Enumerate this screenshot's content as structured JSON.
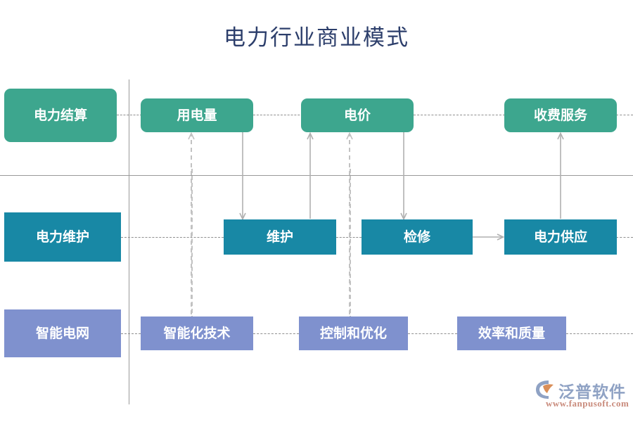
{
  "title": "电力行业商业模式",
  "colors": {
    "title": "#2c3e6b",
    "row1": "#3da68e",
    "row2": "#1888a5",
    "row3": "#7f91ce",
    "guide": "#9a9a9a",
    "dashed": "#8f8f8f",
    "arrow": "#b0b0b0",
    "logo_text": "#8fa2c4",
    "logo_url": "#c98b7c"
  },
  "rows": [
    {
      "id": "settlement",
      "category": "电力结算",
      "nodes": [
        {
          "label": "电力结算",
          "role": "category"
        },
        {
          "label": "用电量",
          "role": "stage"
        },
        {
          "label": "电价",
          "role": "stage"
        },
        {
          "label": "收费服务",
          "role": "stage"
        }
      ]
    },
    {
      "id": "maintenance",
      "category": "电力维护",
      "nodes": [
        {
          "label": "电力维护",
          "role": "category"
        },
        {
          "label": "维护",
          "role": "stage"
        },
        {
          "label": "检修",
          "role": "stage"
        },
        {
          "label": "电力供应",
          "role": "stage"
        }
      ]
    },
    {
      "id": "smart-grid",
      "category": "智能电网",
      "nodes": [
        {
          "label": "智能电网",
          "role": "category"
        },
        {
          "label": "智能化技术",
          "role": "stage"
        },
        {
          "label": "控制和优化",
          "role": "stage"
        },
        {
          "label": "效率和质量",
          "role": "stage"
        }
      ]
    }
  ],
  "logo": {
    "name": "泛普软件",
    "url": "www.fanpusoft.com"
  }
}
